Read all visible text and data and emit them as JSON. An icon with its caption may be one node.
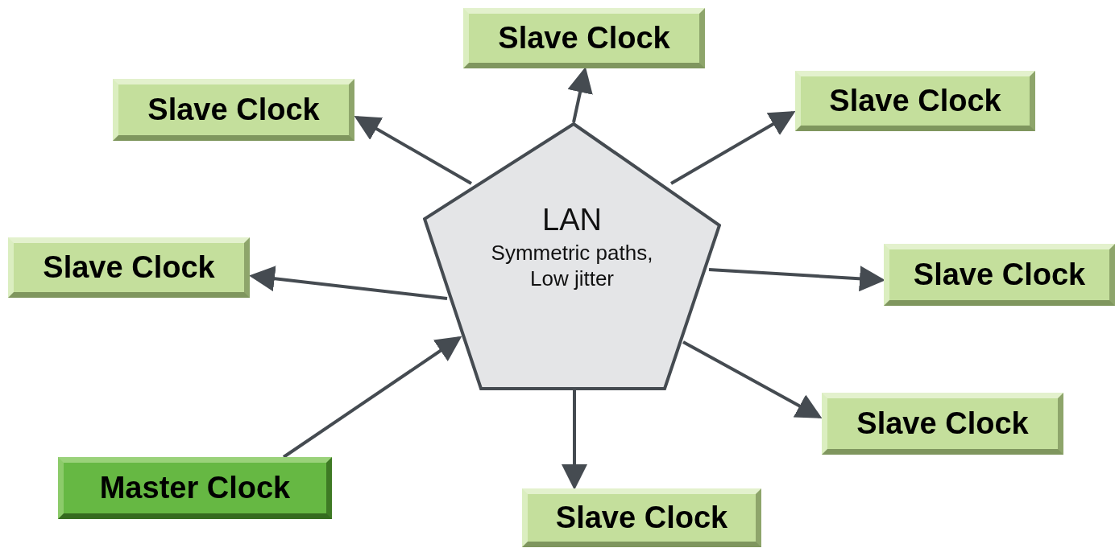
{
  "diagram": {
    "nodes": [
      {
        "text": [
          "Slave Clock"
        ]
      },
      {
        "text": [
          "Slave Clock"
        ]
      },
      {
        "text": [
          "Slave Clock"
        ]
      },
      {
        "text": [
          "LAN",
          "Symmetric paths, Low jitter"
        ]
      },
      {
        "text": [
          "Slave Clock"
        ]
      },
      {
        "text": [
          "Slave Clock"
        ]
      },
      {
        "text": [
          "Slave Clock"
        ]
      },
      {
        "text": [
          "Master Clock"
        ]
      },
      {
        "text": [
          "Slave Clock"
        ]
      }
    ],
    "edges": [
      {
        "from": 3,
        "to": 0,
        "arrow": "to"
      },
      {
        "from": 3,
        "to": 1,
        "arrow": "to"
      },
      {
        "from": 3,
        "to": 2,
        "arrow": "to"
      },
      {
        "from": 3,
        "to": 4,
        "arrow": "to"
      },
      {
        "from": 3,
        "to": 5,
        "arrow": "to"
      },
      {
        "from": 3,
        "to": 6,
        "arrow": "to"
      },
      {
        "from": 3,
        "to": 8,
        "arrow": "to"
      },
      {
        "from": 7,
        "to": 3,
        "arrow": "to"
      }
    ]
  }
}
